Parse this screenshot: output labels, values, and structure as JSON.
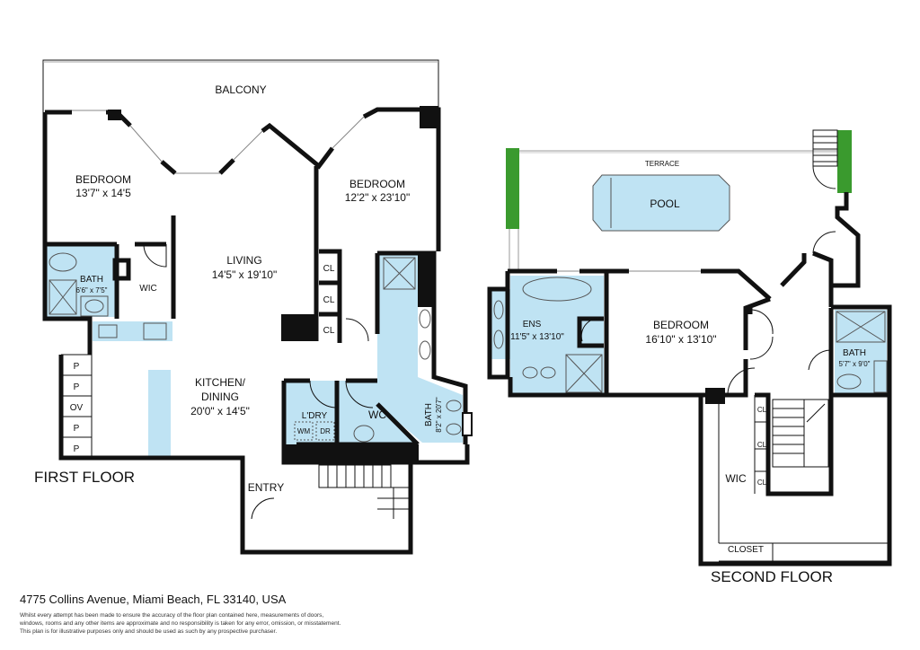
{
  "first_floor": {
    "title": "FIRST FLOOR",
    "rooms": {
      "balcony": "BALCONY",
      "bedroom1": {
        "name": "BEDROOM",
        "size": "13'7\" x 14'5"
      },
      "bedroom2": {
        "name": "BEDROOM",
        "size": "12'2\" x 23'10\""
      },
      "living": {
        "name": "LIVING",
        "size": "14'5\" x 19'10\""
      },
      "bath1": {
        "name": "BATH",
        "size": "6'6\" x 7'5\""
      },
      "wic": "WIC",
      "closets": [
        "CL",
        "CL",
        "CL"
      ],
      "kitchen": {
        "name": "KITCHEN/",
        "name2": "DINING",
        "size": "20'0\" x 14'5\""
      },
      "pantry": [
        "P",
        "P",
        "OV",
        "P",
        "P"
      ],
      "laundry": {
        "name": "L'DRY",
        "wm": "WM",
        "dr": "DR"
      },
      "wc": "WC",
      "bath2": {
        "name": "BATH",
        "size": "8'2\" x 20'7\""
      },
      "entry": "ENTRY"
    }
  },
  "second_floor": {
    "title": "SECOND FLOOR",
    "rooms": {
      "terrace": "TERRACE",
      "pool": "POOL",
      "ens": {
        "name": "ENS",
        "size": "11'5\" x 13'10\""
      },
      "bedroom": {
        "name": "BEDROOM",
        "size": "16'10\" x 13'10\""
      },
      "bath": {
        "name": "BATH",
        "size": "5'7\" x 9'0\""
      },
      "wic": "WIC",
      "closets": [
        "CL",
        "CL",
        "CL"
      ],
      "closet": "CLOSET"
    }
  },
  "footer": {
    "address": "4775 Collins Avenue, Miami Beach, FL 33140, USA",
    "disclaimer": [
      "Whilst every attempt has been made to ensure the accuracy of the floor plan contained here, measurements of doors,",
      "windows, rooms and any other items are approximate and no responsibility is taken for any error, omission, or misstatement.",
      "This plan is for illustrative purposes only and should be used as such by any prospective purchaser."
    ]
  },
  "colors": {
    "wet_area": "#bfe3f3",
    "planter": "#3a9a2e",
    "wall": "#111111"
  }
}
